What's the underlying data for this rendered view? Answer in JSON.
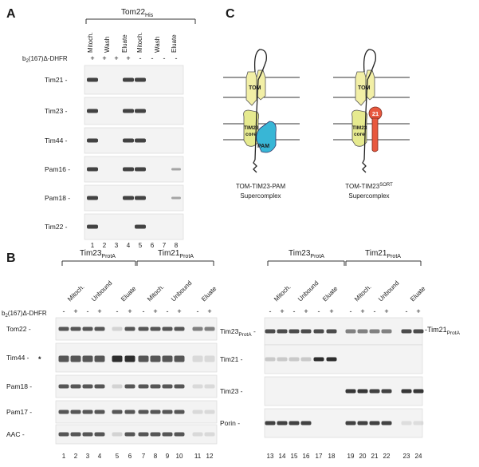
{
  "panel_a": {
    "letter": "A",
    "group_label": "Tom22",
    "group_sub": "His",
    "columns": [
      "Mitoch.",
      "Wash",
      "Eluate",
      "Mitoch.",
      "Wash",
      "Eluate"
    ],
    "treatment_label_pre": "b",
    "treatment_label_sub": "2",
    "treatment_label_post": "(167)Δ-DHFR",
    "signs": [
      "+",
      "+",
      "+",
      "+",
      "-",
      "-",
      "-",
      "-"
    ],
    "rows": [
      "Tim21",
      "Tim23",
      "Tim44",
      "Pam16",
      "Pam18",
      "Tim22"
    ],
    "lanes": [
      "1",
      "2",
      "3",
      "4",
      "5",
      "6",
      "7",
      "8"
    ]
  },
  "panel_b": {
    "letter": "B",
    "groups": [
      {
        "label": "Tim23",
        "sub": "ProtA"
      },
      {
        "label": "Tim21",
        "sub": "ProtA"
      }
    ],
    "columns_left": [
      "Mitoch.",
      "Unbound",
      "Eluate",
      "Mitoch.",
      "Unbound",
      "Eluate"
    ],
    "treatment_label_pre": "b",
    "treatment_label_sub": "2",
    "treatment_label_post": "(167)Δ-DHFR",
    "signs_left": [
      "-",
      "+",
      "-",
      "+",
      "-",
      "+",
      "-",
      "+",
      "-",
      "+",
      "-",
      "+"
    ],
    "rows_left": [
      "Tom22",
      "Tim44",
      "Pam18",
      "Pam17",
      "AAC"
    ],
    "lanes_left": [
      "1",
      "2",
      "3",
      "4",
      "5",
      "6",
      "7",
      "8",
      "9",
      "10",
      "11",
      "12"
    ],
    "columns_right": [
      "Mitoch.",
      "Unbound",
      "Eluate",
      "Mitoch.",
      "Unbound",
      "Eluate"
    ],
    "signs_right": [
      "-",
      "+",
      "-",
      "+",
      "-",
      "+",
      "-",
      "+",
      "-",
      "+",
      "-",
      "+"
    ],
    "rows_right": [
      {
        "name": "Tim23",
        "sub": "ProtA"
      },
      {
        "name": "Tim21",
        "sub": ""
      },
      {
        "name": "Tim23",
        "sub": ""
      },
      {
        "name": "Porin",
        "sub": ""
      }
    ],
    "right_side_label": "Tim21",
    "right_side_sub": "ProtA",
    "star_mark": "*",
    "lanes_right": [
      "13",
      "14",
      "15",
      "16",
      "17",
      "18",
      "19",
      "20",
      "21",
      "22",
      "23",
      "24"
    ]
  },
  "panel_c": {
    "letter": "C",
    "left": {
      "tom": "TOM",
      "core_line1": "TIM23",
      "core_line2": "core",
      "pam": "PAM",
      "caption_line1": "TOM-TIM23-PAM",
      "caption_line2": "Supercomplex"
    },
    "right": {
      "tom": "TOM",
      "core_line1": "TIM23",
      "core_line2": "core",
      "marker": "21",
      "caption_line1": "TOM-TIM23",
      "caption_sup": "SORT",
      "caption_line2": "Supercomplex"
    }
  },
  "colors": {
    "tom_yellow": "#f2efa6",
    "pam_cyan": "#38b6d6",
    "tim21_red": "#e8583e",
    "blot_bg": "#f2f2f2"
  }
}
